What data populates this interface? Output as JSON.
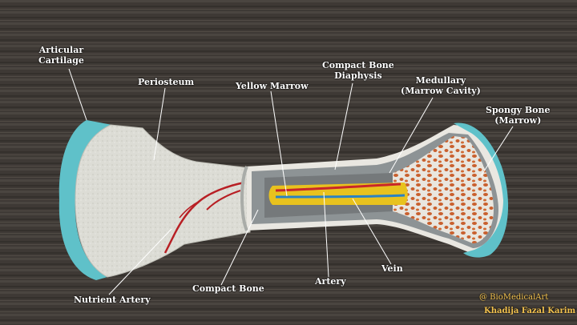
{
  "labels": {
    "articular_cartilage": "Articular\nCartilage",
    "periosteum": "Periosteum",
    "yellow_marrow": "Yellow Marrow",
    "compact_bone_diaphysis": "Compact Bone\nDiaphysis",
    "medullary_cavity": "Medullary\n(Marrow Cavity)",
    "spongy_bone": "Spongy Bone\n(Marrow)",
    "nutrient_artery": "Nutrient Artery",
    "compact_bone": "Compact Bone",
    "artery": "Artery",
    "vein": "Vein"
  },
  "credit": {
    "handle": "@ BioMedicalArt",
    "author": "Khadija Fazal Karim"
  }
}
